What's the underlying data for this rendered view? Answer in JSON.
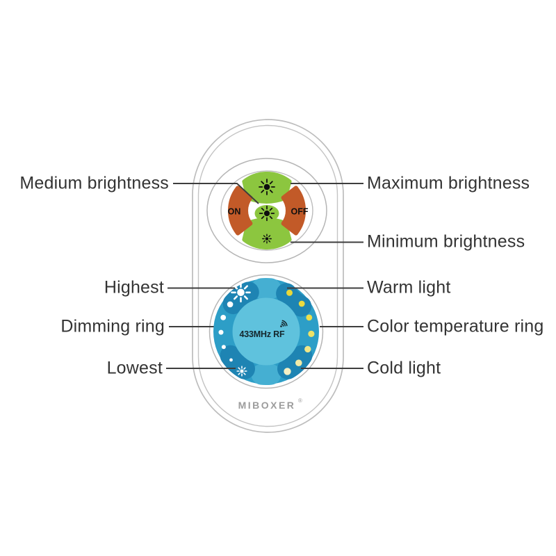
{
  "figure": {
    "callouts": {
      "medium_brightness": "Medium brightness",
      "maximum_brightness": "Maximum brightness",
      "minimum_brightness": "Minimum brightness",
      "highest": "Highest",
      "dimming_ring": "Dimming ring",
      "lowest": "Lowest",
      "warm_light": "Warm light",
      "color_temperature_ring": "Color temperature ring",
      "cold_light": "Cold light"
    },
    "remote": {
      "on": "ON",
      "off": "OFF",
      "frequency": "433MHz RF",
      "brand": "MIBOXER",
      "brand_reg": "®"
    },
    "colors": {
      "button_green": "#8CC63F",
      "button_orange": "#C25A28",
      "ring_blue": "#2D9EC7",
      "ring_dark_blue": "#1E84B3",
      "ring_light_band": "#45AFD2",
      "inner_circle_blue": "#5FC2DD",
      "outline_gray": "#B9B9B9",
      "leader_line": "#3D3D3D",
      "label_text": "#333333",
      "logo_gray": "#9C9C9C"
    },
    "ring": {
      "dim_dots": [
        {
          "angle": 143,
          "size": 4.3,
          "color": "#FFFFFF"
        },
        {
          "angle": 162,
          "size": 3.9,
          "color": "#FFFFFF"
        },
        {
          "angle": 181,
          "size": 3.5,
          "color": "#FFFFFF"
        },
        {
          "angle": 200,
          "size": 3.0,
          "color": "#FFFFFF"
        },
        {
          "angle": 219,
          "size": 2.4,
          "color": "#FFFFFF"
        }
      ],
      "temp_dots": [
        {
          "angle": 59,
          "size": 4.5,
          "color": "#E9D838"
        },
        {
          "angle": 38,
          "size": 4.4,
          "color": "#EBDA3F"
        },
        {
          "angle": 18,
          "size": 4.4,
          "color": "#ECDE4B"
        },
        {
          "angle": -3,
          "size": 4.6,
          "color": "#EEE266"
        },
        {
          "angle": -23,
          "size": 4.7,
          "color": "#F0E687"
        },
        {
          "angle": -44,
          "size": 4.8,
          "color": "#F2EBA7"
        },
        {
          "angle": -62,
          "size": 5.2,
          "color": "#F5F0C4"
        }
      ]
    }
  }
}
